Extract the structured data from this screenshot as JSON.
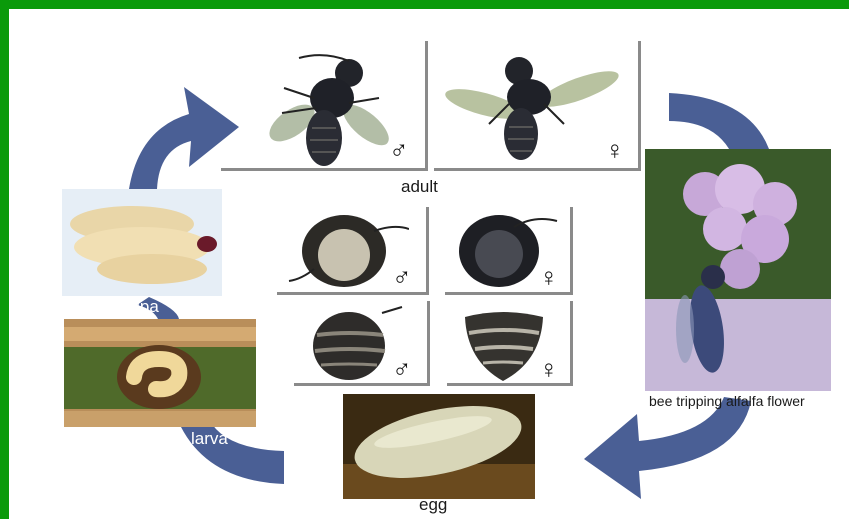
{
  "diagram": {
    "stages": {
      "adult": "adult",
      "pupa": "pupa",
      "larva": "larva",
      "egg": "egg",
      "flower": "bee tripping alfalfa flower"
    },
    "symbols": {
      "male": "♂",
      "female": "♀"
    }
  },
  "colors": {
    "border": "#0a9a0a",
    "arrow": "#4a5f95"
  }
}
